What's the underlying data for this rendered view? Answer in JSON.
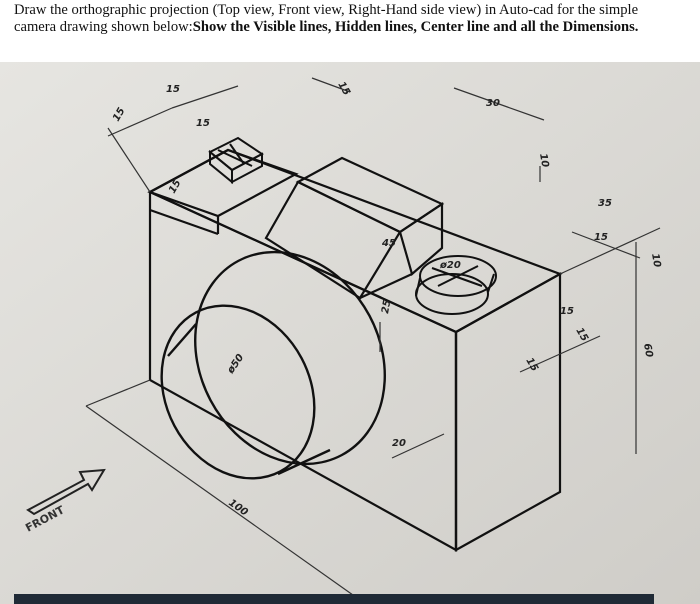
{
  "question": {
    "normal_text": "Draw the orthographic projection (Top view, Front view, Right-Hand side view) in Auto-cad for the simple camera drawing shown below:",
    "bold_text": "Show the Visible lines, Hidden lines, Center line and all the Dimensions."
  },
  "drawing": {
    "front_label": "FRONT",
    "dimensions": {
      "d15a": "15",
      "d15b": "15",
      "d15c": "15",
      "d30": "30",
      "d10a": "10",
      "d35": "35",
      "d15d": "15",
      "d10b": "10",
      "d15e": "15",
      "d15f": "15",
      "d60": "60",
      "d45": "45",
      "d15g": "15",
      "d20dia": "ø20",
      "d25": "25",
      "d50dia": "ø50",
      "d20": "20",
      "d100": "100",
      "d15h": "15",
      "d15i": "15"
    }
  }
}
